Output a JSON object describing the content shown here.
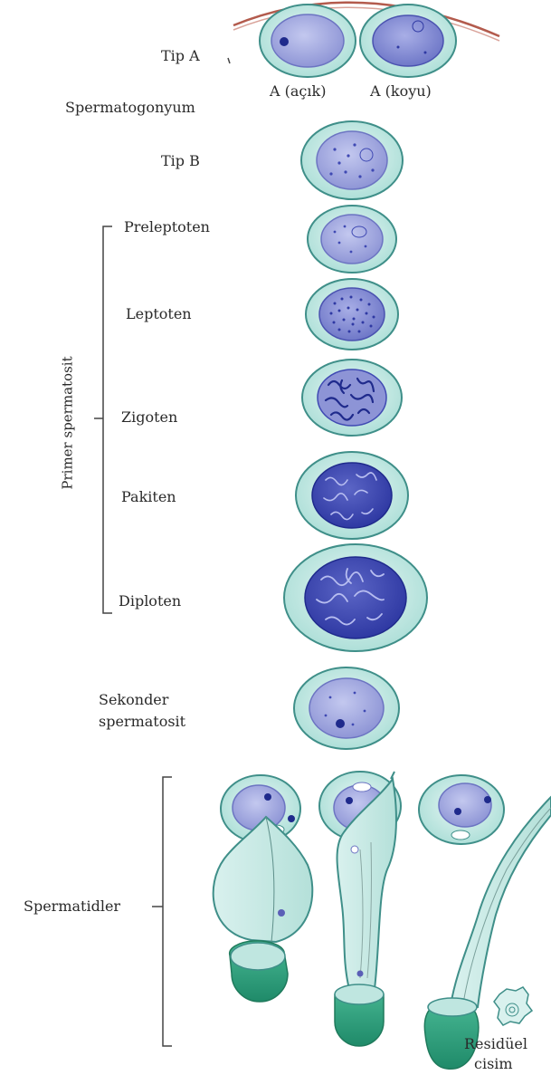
{
  "labels": {
    "tip_a": "Tip A",
    "a_light": "A (açık)",
    "a_dark": "A (koyu)",
    "spermatogonium": "Spermatogonyum",
    "tip_b": "Tip B",
    "preleptotene": "Preleptoten",
    "leptotene": "Leptoten",
    "zygotene": "Zigoten",
    "pachytene": "Pakiten",
    "diplotene": "Diploten",
    "primary_spermatocyte": "Primer spermatosit",
    "secondary_line1": "Sekonder",
    "secondary_line2": "spermatosit",
    "spermatids": "Spermatidler",
    "residual_line1": "Residüel",
    "residual_line2": "cisim"
  },
  "colors": {
    "cytoplasm": "#c6e9e4",
    "cell_outline": "#3f8f89",
    "nucleus_light": "#8f96d6",
    "nucleus_mid": "#6f78c8",
    "nucleus_dark": "#3f49b3",
    "chromatin": "#1f2a8c",
    "acrosome_cap": "#2fa37f",
    "basement_membrane": "#b35b4d",
    "bracket": "#444444"
  }
}
